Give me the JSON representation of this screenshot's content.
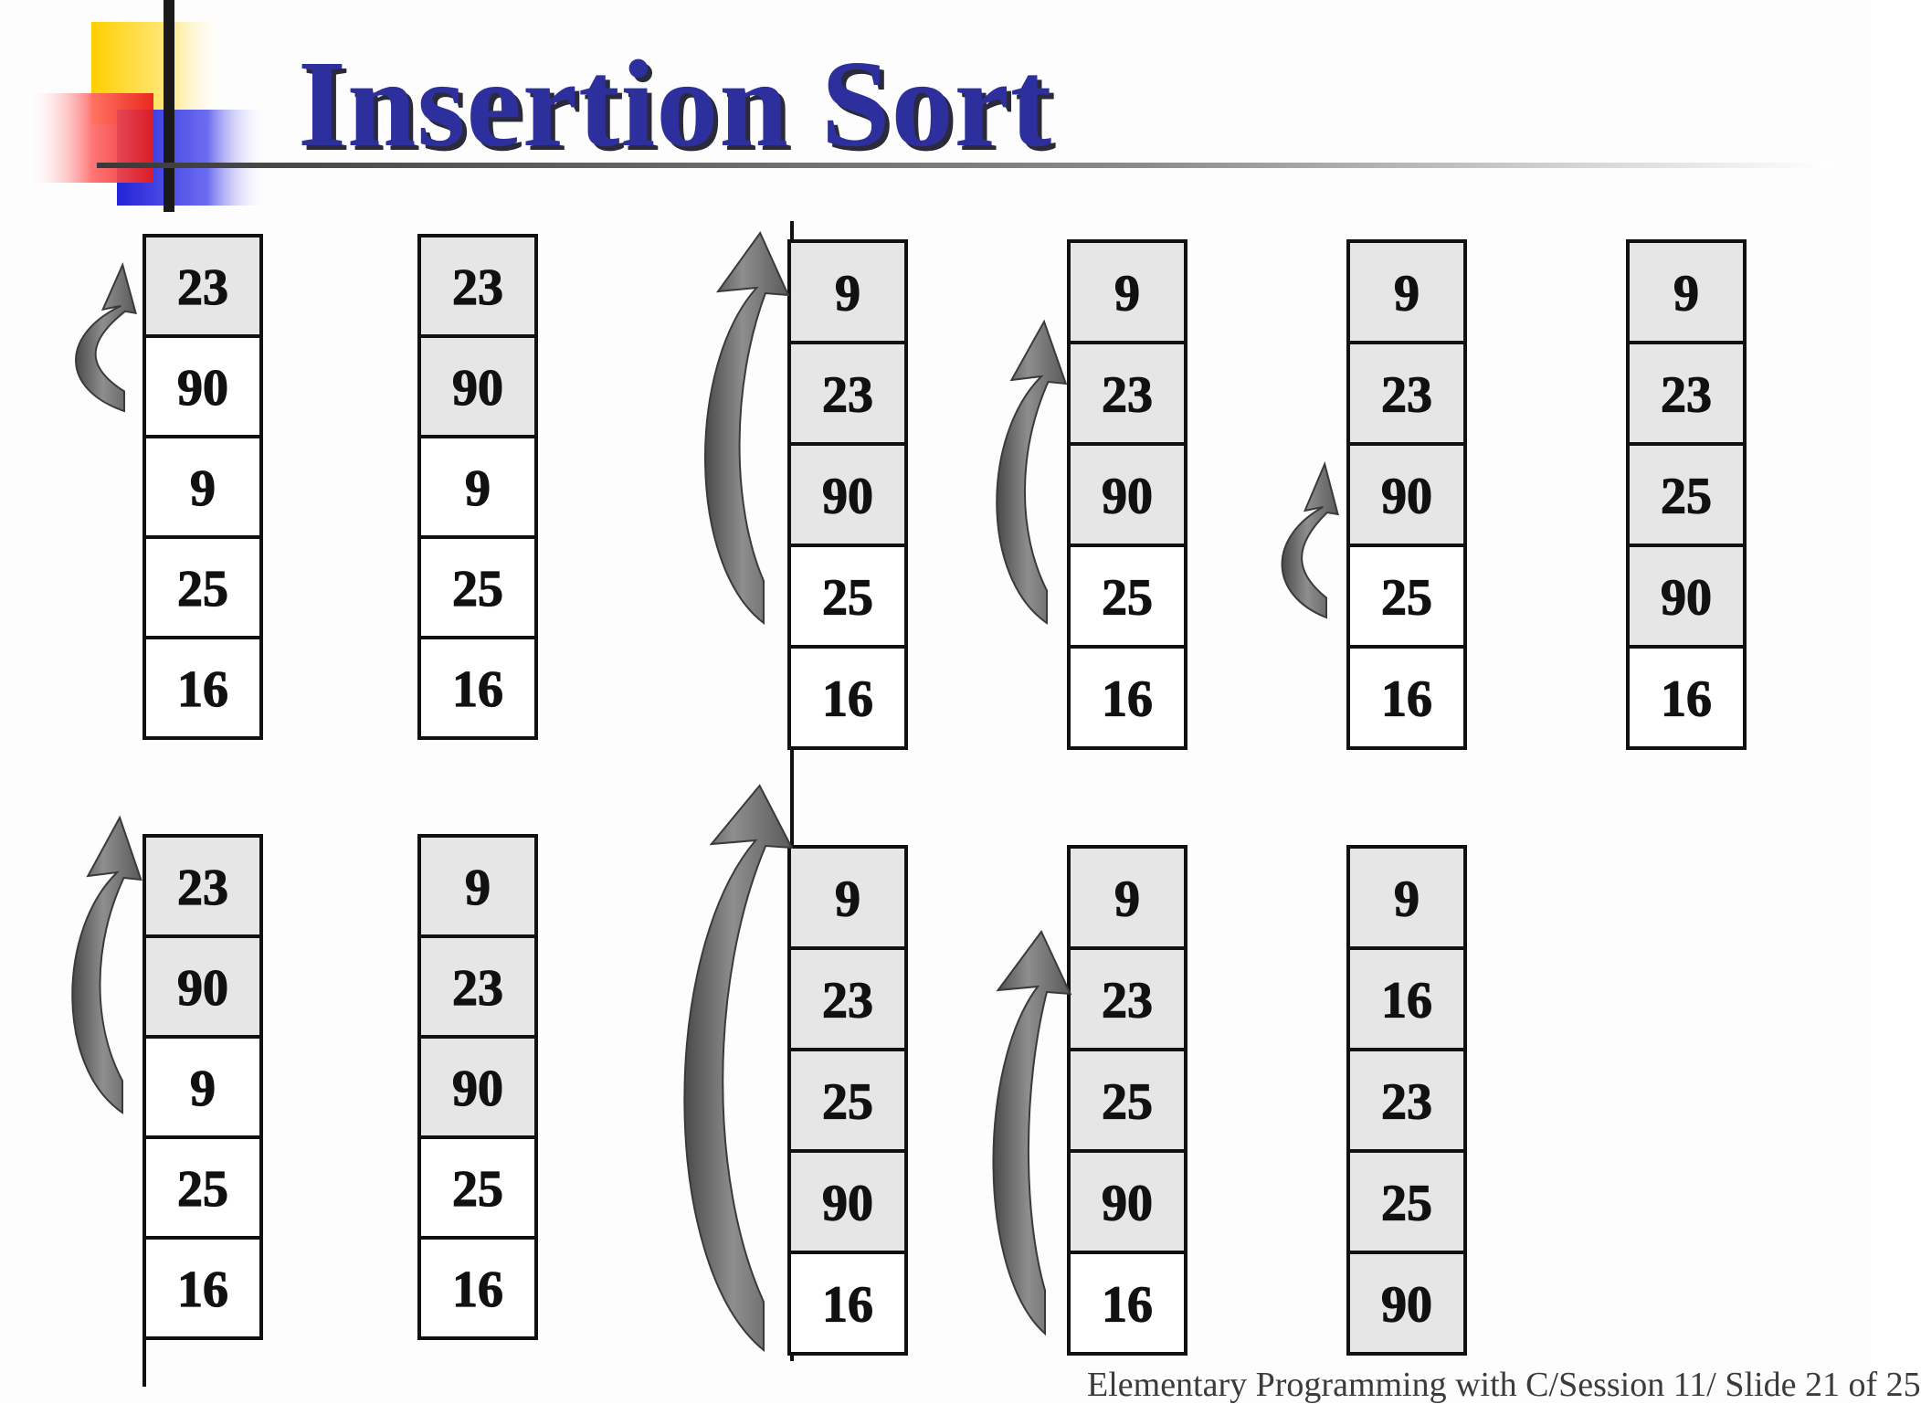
{
  "slide": {
    "title": "Insertion Sort",
    "footer": "Elementary Programming with C/Session 11/ Slide 21 of 25"
  },
  "colors": {
    "title": "#2d2f9c",
    "sorted_cell": "#e6e6e6",
    "unsorted_cell": "#ffffff",
    "cell_border": "#111111",
    "arrow": "#6f6f6f",
    "deco_yellow": "#ffd21a",
    "deco_red": "#ee2222",
    "deco_blue": "#2b2bd6"
  },
  "arrow_icon": "curved-up-arrow-icon",
  "columns": [
    {
      "id": "r1c1",
      "cells": [
        23,
        90,
        9,
        25,
        16
      ],
      "sorted_count": 1
    },
    {
      "id": "r1c2",
      "cells": [
        23,
        90,
        9,
        25,
        16
      ],
      "sorted_count": 2
    },
    {
      "id": "r1c3",
      "cells": [
        9,
        23,
        90,
        25,
        16
      ],
      "sorted_count": 3
    },
    {
      "id": "r1c4",
      "cells": [
        9,
        23,
        90,
        25,
        16
      ],
      "sorted_count": 3
    },
    {
      "id": "r1c5",
      "cells": [
        9,
        23,
        90,
        25,
        16
      ],
      "sorted_count": 3
    },
    {
      "id": "r1c6",
      "cells": [
        9,
        23,
        25,
        90,
        16
      ],
      "sorted_count": 4
    },
    {
      "id": "r2c1",
      "cells": [
        23,
        90,
        9,
        25,
        16
      ],
      "sorted_count": 2
    },
    {
      "id": "r2c2",
      "cells": [
        9,
        23,
        90,
        25,
        16
      ],
      "sorted_count": 3
    },
    {
      "id": "r2c3",
      "cells": [
        9,
        23,
        25,
        90,
        16
      ],
      "sorted_count": 4
    },
    {
      "id": "r2c4",
      "cells": [
        9,
        23,
        25,
        90,
        16
      ],
      "sorted_count": 4
    },
    {
      "id": "r2c5",
      "cells": [
        9,
        16,
        23,
        25,
        90
      ],
      "sorted_count": 5
    }
  ]
}
